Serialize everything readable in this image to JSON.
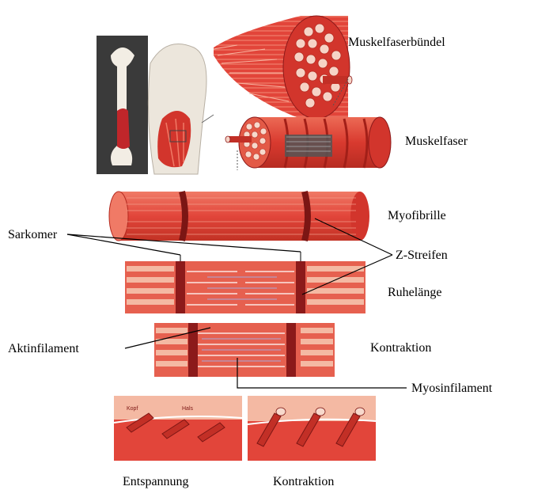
{
  "labels": {
    "muskelfaserbuendel": "Muskelfaserbündel",
    "muskelfaser": "Muskelfaser",
    "myofibrille": "Myofibrille",
    "sarkomer": "Sarkomer",
    "z_streifen": "Z-Streifen",
    "ruhelaenge": "Ruhelänge",
    "aktinfilament": "Aktinfilament",
    "kontraktion_mid": "Kontraktion",
    "myosinfilament": "Myosinfilament",
    "entspannung": "Entspannung",
    "kontraktion_bottom": "Kontraktion"
  },
  "colors": {
    "muscle_red": "#e2453a",
    "muscle_dark": "#8c1a1a",
    "muscle_light": "#f0a48c",
    "band_light": "#f4b9a3",
    "filament_white": "#ffffff"
  }
}
